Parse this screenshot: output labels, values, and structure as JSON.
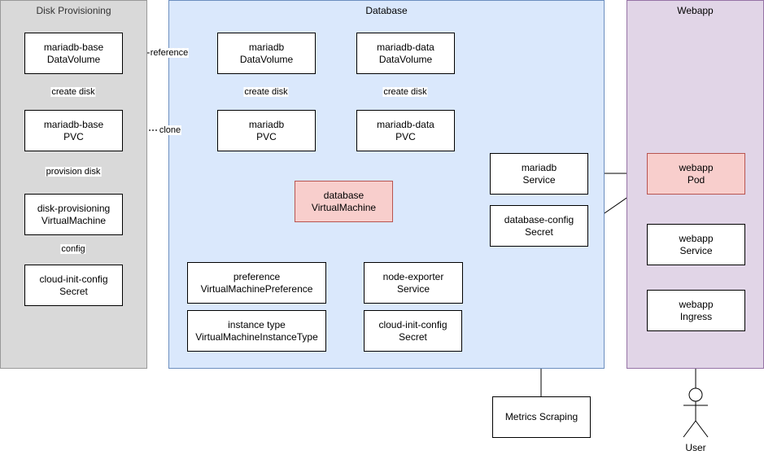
{
  "groups": {
    "disk": {
      "title": "Disk Provisioning",
      "fill": "#d9d9d9",
      "stroke": "#999999"
    },
    "database": {
      "title": "Database",
      "fill": "#dae8fc",
      "stroke": "#6c8ebf"
    },
    "webapp": {
      "title": "Webapp",
      "fill": "#e1d5e7",
      "stroke": "#9673a6"
    }
  },
  "nodes": {
    "mariadb_base_dv": {
      "line1": "mariadb-base",
      "line2": "DataVolume"
    },
    "mariadb_base_pvc": {
      "line1": "mariadb-base",
      "line2": "PVC"
    },
    "disk_prov_vm": {
      "line1": "disk-provisioning",
      "line2": "VirtualMachine"
    },
    "cloud_init_secret_disk": {
      "line1": "cloud-init-config",
      "line2": "Secret"
    },
    "mariadb_dv": {
      "line1": "mariadb",
      "line2": "DataVolume"
    },
    "mariadb_data_dv": {
      "line1": "mariadb-data",
      "line2": "DataVolume"
    },
    "mariadb_pvc": {
      "line1": "mariadb",
      "line2": "PVC"
    },
    "mariadb_data_pvc": {
      "line1": "mariadb-data",
      "line2": "PVC"
    },
    "database_vm": {
      "line1": "database",
      "line2": "VirtualMachine"
    },
    "mariadb_service": {
      "line1": "mariadb",
      "line2": "Service"
    },
    "database_config_secret": {
      "line1": "database-config",
      "line2": "Secret"
    },
    "preference": {
      "line1": "preference",
      "line2": "VirtualMachinePreference"
    },
    "node_exporter_service": {
      "line1": "node-exporter",
      "line2": "Service"
    },
    "instance_type": {
      "line1": "instance type",
      "line2": "VirtualMachineInstanceType"
    },
    "cloud_init_secret_db": {
      "line1": "cloud-init-config",
      "line2": "Secret"
    },
    "webapp_pod": {
      "line1": "webapp",
      "line2": "Pod"
    },
    "webapp_service": {
      "line1": "webapp",
      "line2": "Service"
    },
    "webapp_ingress": {
      "line1": "webapp",
      "line2": "Ingress"
    },
    "metrics_scraping": {
      "line1": "Metrics Scraping"
    }
  },
  "edge_labels": {
    "reference": "reference",
    "create_disk_base": "create disk",
    "create_disk_mariadb": "create disk",
    "create_disk_data": "create disk",
    "clone": "clone",
    "provision_disk": "provision disk",
    "config": "config"
  },
  "actor": {
    "label": "User"
  },
  "colors": {
    "highlight_fill": "#f8cecc",
    "highlight_stroke": "#b85450",
    "node_fill": "#ffffff",
    "line": "#000000",
    "clone_line": "#666666"
  }
}
